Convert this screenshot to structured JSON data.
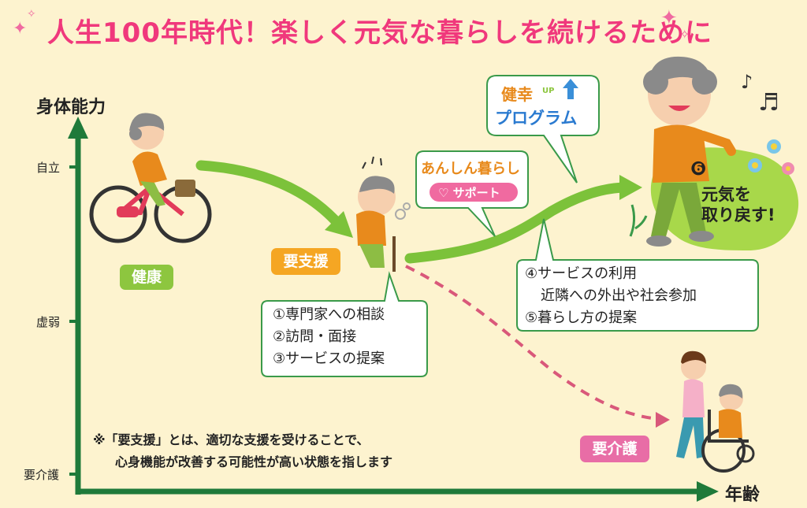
{
  "title": "人生100年時代！楽しく元気な暮らしを続けるために",
  "axes": {
    "y_label": "身体能力",
    "x_label": "年齢",
    "y_ticks": [
      "自立",
      "虚弱",
      "要介護"
    ]
  },
  "stages": {
    "healthy": "健康",
    "support_needed": "要支援",
    "care_needed": "要介護"
  },
  "programs": {
    "kenko_up": {
      "line1a": "健",
      "line1b": "幸",
      "up": "UP",
      "line2": "プログラム"
    },
    "anshin": {
      "line1": "あんしん暮らし",
      "line2": "サポート"
    }
  },
  "callouts": {
    "support_steps": [
      "①専門家への相談",
      "②訪問・面接",
      "③サービスの提案"
    ],
    "service_steps": [
      "④サービスの利用",
      "近隣への外出や社会参加",
      "⑤暮らし方の提案"
    ],
    "recover": {
      "number": "❻",
      "line1": "元気を",
      "line2": "取り戻す!"
    }
  },
  "note": {
    "line1": "※「要支援」とは、適切な支援を受けることで、",
    "line2": "心身機能が改善する可能性が高い状態を指します"
  },
  "colors": {
    "title": "#f0387c",
    "axis": "#1f7a3a",
    "arrow": "#7cc23a",
    "healthy": "#8dc63f",
    "support_needed": "#f5a623",
    "care_needed": "#e86da6",
    "dashed": "#d9587a",
    "callout_border": "#3a9a4a"
  },
  "icons": [
    "sparkle-icon",
    "music-note-icon",
    "flower-icon",
    "up-arrow-icon",
    "heart-hands-icon",
    "sweat-icon"
  ]
}
